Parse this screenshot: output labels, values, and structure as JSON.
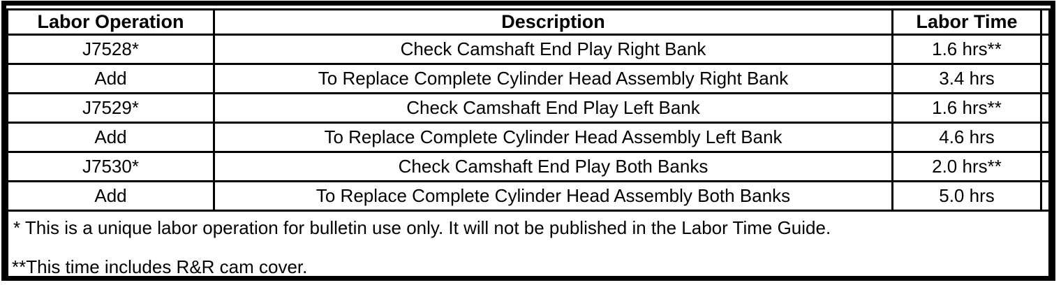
{
  "table": {
    "headers": [
      "Labor Operation",
      "Description",
      "Labor Time"
    ],
    "rows": [
      {
        "op": "J7528*",
        "desc": "Check Camshaft End Play Right Bank",
        "time": "1.6 hrs**"
      },
      {
        "op": "Add",
        "desc": "To Replace Complete Cylinder Head Assembly Right Bank",
        "time": "3.4 hrs"
      },
      {
        "op": "J7529*",
        "desc": "Check Camshaft End Play Left Bank",
        "time": "1.6 hrs**"
      },
      {
        "op": "Add",
        "desc": "To Replace Complete Cylinder Head Assembly Left Bank",
        "time": "4.6 hrs"
      },
      {
        "op": "J7530*",
        "desc": "Check Camshaft End Play Both Banks",
        "time": "2.0 hrs**"
      },
      {
        "op": "Add",
        "desc": "To Replace Complete Cylinder Head Assembly Both Banks",
        "time": "5.0 hrs"
      }
    ],
    "footnotes": [
      "* This is a unique labor operation for bulletin use only. It will not be published in the Labor Time Guide.",
      "**This time includes R&R cam cover."
    ]
  },
  "colors": {
    "border": "#000000",
    "background": "#ffffff",
    "text": "#000000"
  }
}
